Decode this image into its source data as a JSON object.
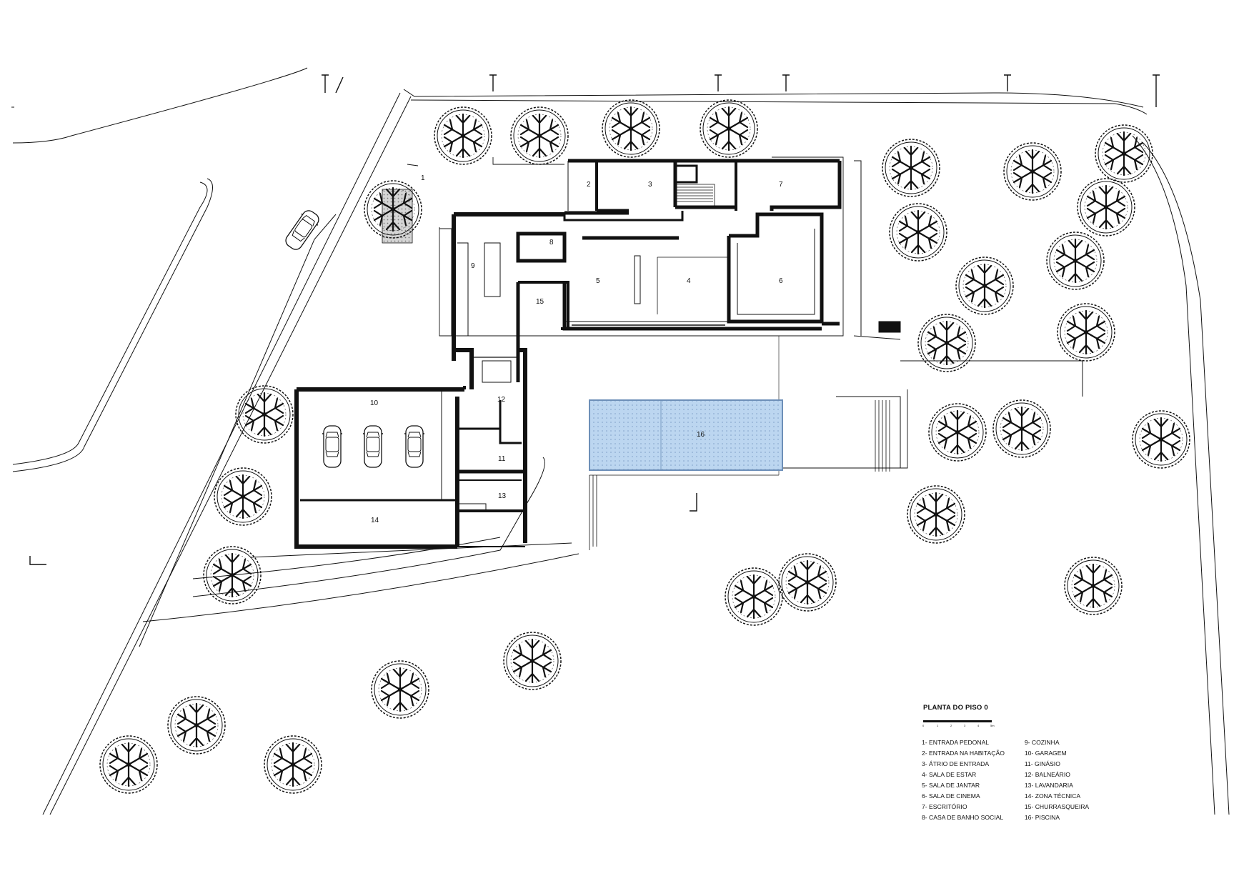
{
  "plan": {
    "title": "PLANTA DO PISO 0",
    "scale_ticks": [
      "0",
      "1",
      "2",
      "3",
      "4",
      "5m"
    ],
    "rooms": [
      {
        "id": "1",
        "name": "1- ENTRADA PEDONAL"
      },
      {
        "id": "2",
        "name": "2- ENTRADA NA HABITAÇÃO"
      },
      {
        "id": "3",
        "name": "3- ÁTRIO DE ENTRADA"
      },
      {
        "id": "4",
        "name": "4- SALA DE ESTAR"
      },
      {
        "id": "5",
        "name": "5- SALA DE JANTAR"
      },
      {
        "id": "6",
        "name": "6- SALA DE CINEMA"
      },
      {
        "id": "7",
        "name": "7- ESCRITÓRIO"
      },
      {
        "id": "8",
        "name": "8- CASA DE BANHO SOCIAL"
      },
      {
        "id": "9",
        "name": "9- COZINHA"
      },
      {
        "id": "10",
        "name": "10- GARAGEM"
      },
      {
        "id": "11",
        "name": "11- GINÁSIO"
      },
      {
        "id": "12",
        "name": "12- BALNEÁRIO"
      },
      {
        "id": "13",
        "name": "13- LAVANDARIA"
      },
      {
        "id": "14",
        "name": "14- ZONA TÉCNICA"
      },
      {
        "id": "15",
        "name": "15- CHURRASQUEIRA"
      },
      {
        "id": "16",
        "name": "16- PISCINA"
      }
    ],
    "colors": {
      "line": "#111111",
      "pool": "#bcd6f0",
      "pool_edge": "#6d8fb8",
      "hatch": "#9a9a9a"
    }
  }
}
